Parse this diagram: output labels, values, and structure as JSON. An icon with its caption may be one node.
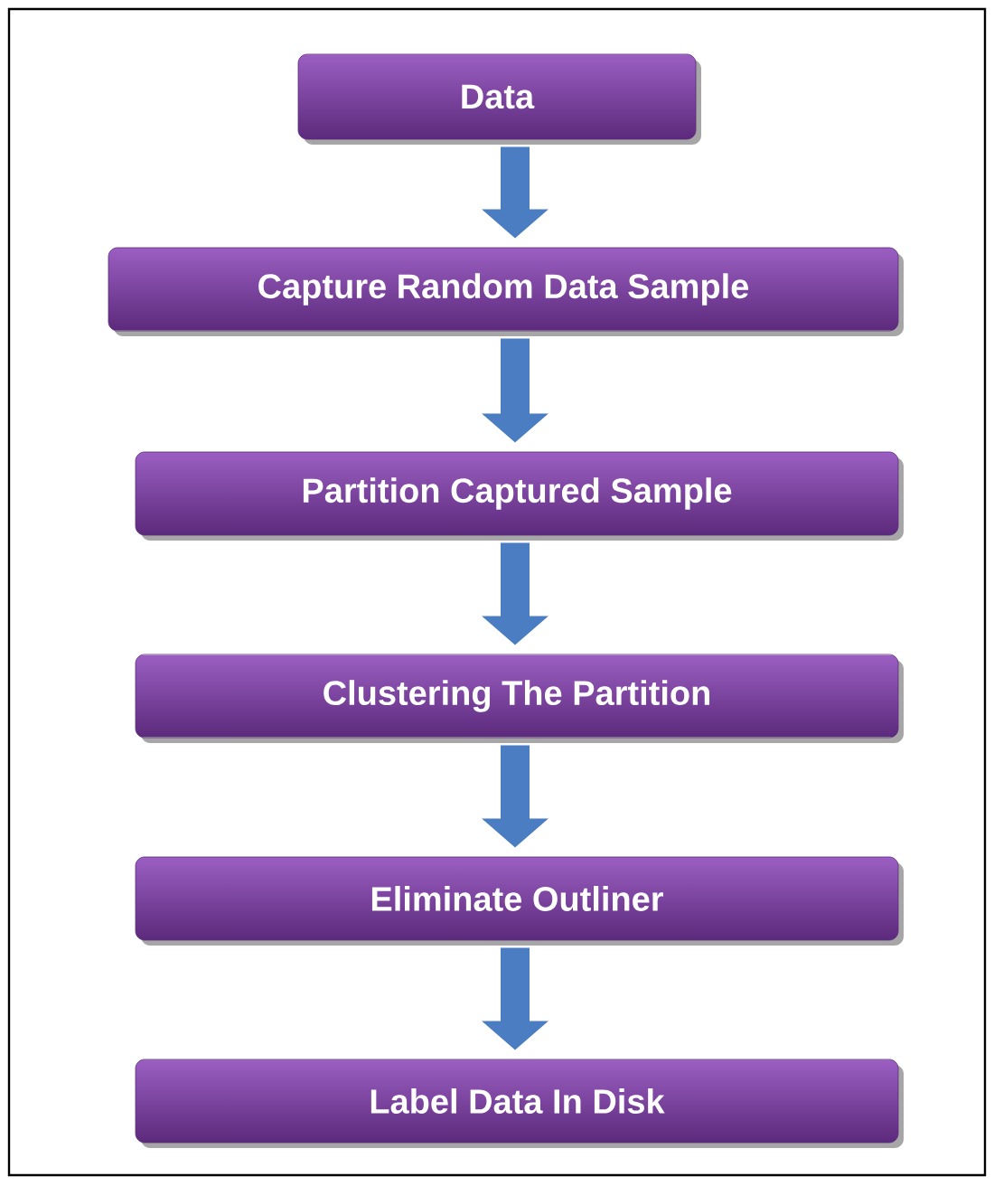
{
  "diagram": {
    "nodes": [
      {
        "text": [
          "Data"
        ]
      },
      {
        "text": [
          "Capture Random Data Sample"
        ]
      },
      {
        "text": [
          "Partition Captured Sample"
        ]
      },
      {
        "text": [
          "Clustering The Partition"
        ]
      },
      {
        "text": [
          "Eliminate Outliner"
        ]
      },
      {
        "text": [
          "Label Data In Disk"
        ]
      }
    ],
    "edges": [
      {
        "from": 0,
        "to": 1,
        "arrow": "to"
      },
      {
        "from": 1,
        "to": 2,
        "arrow": "to"
      },
      {
        "from": 2,
        "to": 3,
        "arrow": "to"
      },
      {
        "from": 3,
        "to": 4,
        "arrow": "to"
      },
      {
        "from": 4,
        "to": 5,
        "arrow": "to"
      }
    ]
  }
}
